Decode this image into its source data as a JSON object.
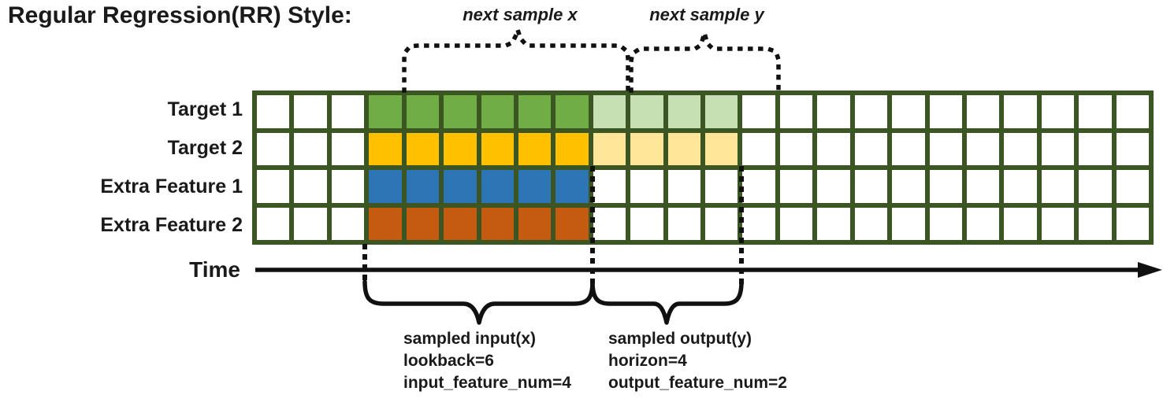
{
  "title": "Regular Regression(RR) Style:",
  "rows": [
    {
      "label": "Target 1",
      "input_color": "#70AD47",
      "output_color": "#C6E0B4"
    },
    {
      "label": "Target 2",
      "input_color": "#FFC000",
      "output_color": "#FFE699"
    },
    {
      "label": "Extra Feature 1",
      "input_color": "#2E75B6",
      "output_color": null
    },
    {
      "label": "Extra Feature 2",
      "input_color": "#C55A11",
      "output_color": null
    }
  ],
  "grid": {
    "total_cols": 24,
    "pre_cols": 3,
    "input_cols": 6,
    "output_cols": 4,
    "border_color": "#3C5623",
    "cell_color": "#FFFFFF"
  },
  "time_label": "Time",
  "annotations": {
    "next_sample_x": "next sample x",
    "next_sample_y": "next sample y",
    "input_block": {
      "lines": [
        "sampled input(x)",
        "lookback=6",
        "input_feature_num=4"
      ]
    },
    "output_block": {
      "lines": [
        "sampled output(y)",
        "horizon=4",
        "output_feature_num=2"
      ]
    }
  },
  "line_color": "#111111"
}
